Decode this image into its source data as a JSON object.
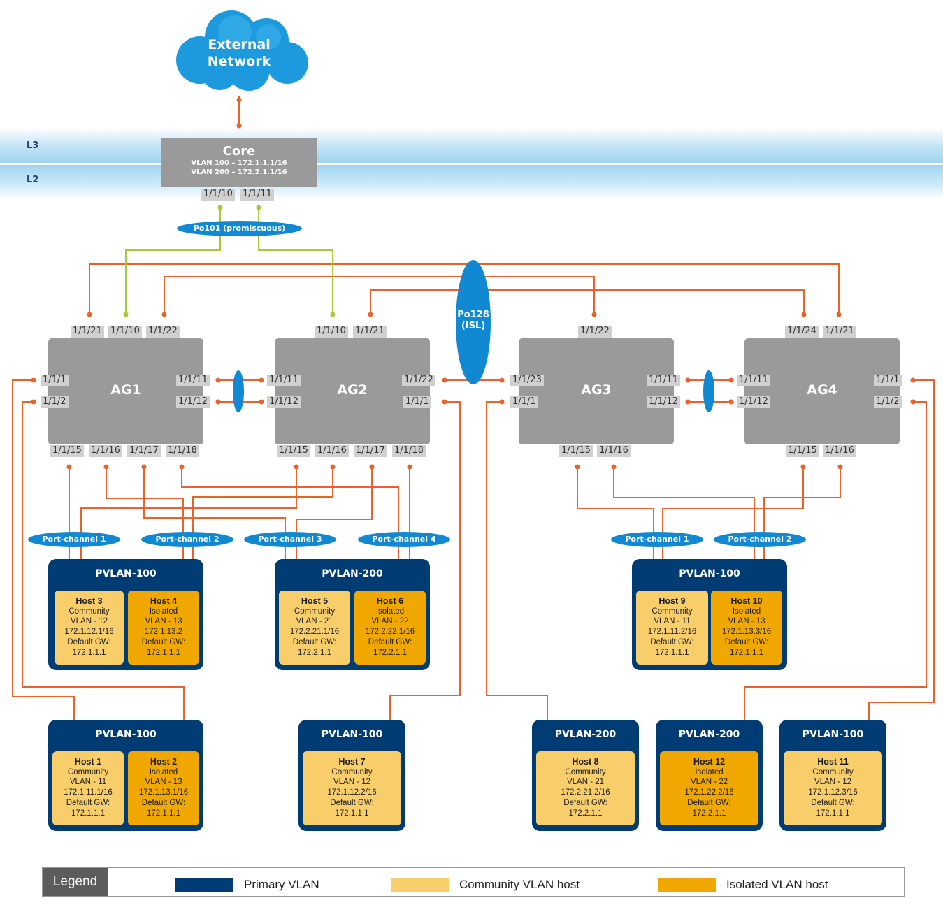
{
  "cloud": {
    "line1": "External",
    "line2": "Network"
  },
  "layers": {
    "l3": "L3",
    "l2": "L2"
  },
  "core": {
    "title": "Core",
    "vlan1": "VLAN 100 – 172.1.1.1/16",
    "vlan2": "VLAN 200 – 172.2.1.1/16",
    "port_a": "1/1/10",
    "port_b": "1/1/11"
  },
  "po101": "Po101 (promiscuous)",
  "po128": {
    "line1": "Po128",
    "line2": "(ISL)"
  },
  "switches": {
    "ag1": {
      "name": "AG1",
      "top": [
        "1/1/21",
        "1/1/10",
        "1/1/22"
      ],
      "left": [
        "1/1/1",
        "1/1/2"
      ],
      "right": [
        "1/1/11",
        "1/1/12"
      ],
      "bottom": [
        "1/1/15",
        "1/1/16",
        "1/1/17",
        "1/1/18"
      ]
    },
    "ag2": {
      "name": "AG2",
      "top": [
        "1/1/10",
        "1/1/21"
      ],
      "left": [
        "1/1/11",
        "1/1/12"
      ],
      "right": [
        "1/1/22",
        "1/1/1"
      ],
      "bottom": [
        "1/1/15",
        "1/1/16",
        "1/1/17",
        "1/1/18"
      ]
    },
    "ag3": {
      "name": "AG3",
      "top": [
        "1/1/22"
      ],
      "left": [
        "1/1/23",
        "1/1/1"
      ],
      "right": [
        "1/1/11",
        "1/1/12"
      ],
      "bottom": [
        "1/1/15",
        "1/1/16"
      ]
    },
    "ag4": {
      "name": "AG4",
      "top": [
        "1/1/24",
        "1/1/21"
      ],
      "left": [
        "1/1/11",
        "1/1/12"
      ],
      "right": [
        "1/1/1",
        "1/1/2"
      ],
      "bottom": [
        "1/1/15",
        "1/1/16"
      ]
    }
  },
  "port_channels": {
    "pc1": "Port-channel 1",
    "pc2": "Port-channel 2",
    "pc3": "Port-channel 3",
    "pc4": "Port-channel 4",
    "pc1b": "Port-channel 1",
    "pc2b": "Port-channel 2"
  },
  "pvlans": {
    "a": {
      "title": "PVLAN-100",
      "hosts": [
        {
          "name": "Host 3",
          "type": "Community",
          "vlan": "VLAN - 12",
          "ip": "172.1.12.1/16",
          "gw_label": "Default GW:",
          "gw": "172.1.1.1"
        },
        {
          "name": "Host 4",
          "type": "Isolated",
          "vlan": "VLAN - 13",
          "ip": "172.1.13.2",
          "gw_label": "Default GW:",
          "gw": "172.1.1.1"
        }
      ]
    },
    "b": {
      "title": "PVLAN-200",
      "hosts": [
        {
          "name": "Host 5",
          "type": "Community",
          "vlan": "VLAN - 21",
          "ip": "172.2.21.1/16",
          "gw_label": "Default GW:",
          "gw": "172.2.1.1"
        },
        {
          "name": "Host 6",
          "type": "Isolated",
          "vlan": "VLAN - 22",
          "ip": "172.2.22.1/16",
          "gw_label": "Default GW:",
          "gw": "172.2.1.1"
        }
      ]
    },
    "c": {
      "title": "PVLAN-100",
      "hosts": [
        {
          "name": "Host 9",
          "type": "Community",
          "vlan": "VLAN - 11",
          "ip": "172.1.11.2/16",
          "gw_label": "Default GW:",
          "gw": "172.1.1.1"
        },
        {
          "name": "Host 10",
          "type": "Isolated",
          "vlan": "VLAN - 13",
          "ip": "172.1.13.3/16",
          "gw_label": "Default GW:",
          "gw": "172.1.1.1"
        }
      ]
    },
    "d": {
      "title": "PVLAN-100",
      "hosts": [
        {
          "name": "Host 1",
          "type": "Community",
          "vlan": "VLAN - 11",
          "ip": "172.1.11.1/16",
          "gw_label": "Default GW:",
          "gw": "172.1.1.1"
        },
        {
          "name": "Host 2",
          "type": "Isolated",
          "vlan": "VLAN - 13",
          "ip": "172.1.13.1/16",
          "gw_label": "Default GW:",
          "gw": "172.1.1.1"
        }
      ]
    },
    "e": {
      "title": "PVLAN-100",
      "hosts": [
        {
          "name": "Host 7",
          "type": "Community",
          "vlan": "VLAN - 12",
          "ip": "172.1.12.2/16",
          "gw_label": "Default GW:",
          "gw": "172.1.1.1"
        }
      ]
    },
    "f": {
      "title": "PVLAN-200",
      "hosts": [
        {
          "name": "Host 8",
          "type": "Community",
          "vlan": "VLAN - 21",
          "ip": "172.2.21.2/16",
          "gw_label": "Default GW:",
          "gw": "172.2.1.1"
        }
      ]
    },
    "g": {
      "title": "PVLAN-200",
      "hosts": [
        {
          "name": "Host 12",
          "type": "Isolated",
          "vlan": "VLAN - 22",
          "ip": "172.1.22.2/16",
          "gw_label": "Default GW:",
          "gw": "172.2.1.1"
        }
      ]
    },
    "h": {
      "title": "PVLAN-100",
      "hosts": [
        {
          "name": "Host 11",
          "type": "Community",
          "vlan": "VLAN - 12",
          "ip": "172.1.12.3/16",
          "gw_label": "Default GW:",
          "gw": "172.1.1.1"
        }
      ]
    }
  },
  "legend": {
    "title": "Legend",
    "primary": "Primary VLAN",
    "community": "Community VLAN host",
    "isolated": "Isolated VLAN host"
  },
  "colors": {
    "primary": "#003c74",
    "community": "#f8ce6b",
    "isolated": "#f0a800",
    "link": "#e8632a",
    "promiscuous": "#a6c93a",
    "oval": "#1189d2",
    "switch": "#9a9a9b"
  }
}
